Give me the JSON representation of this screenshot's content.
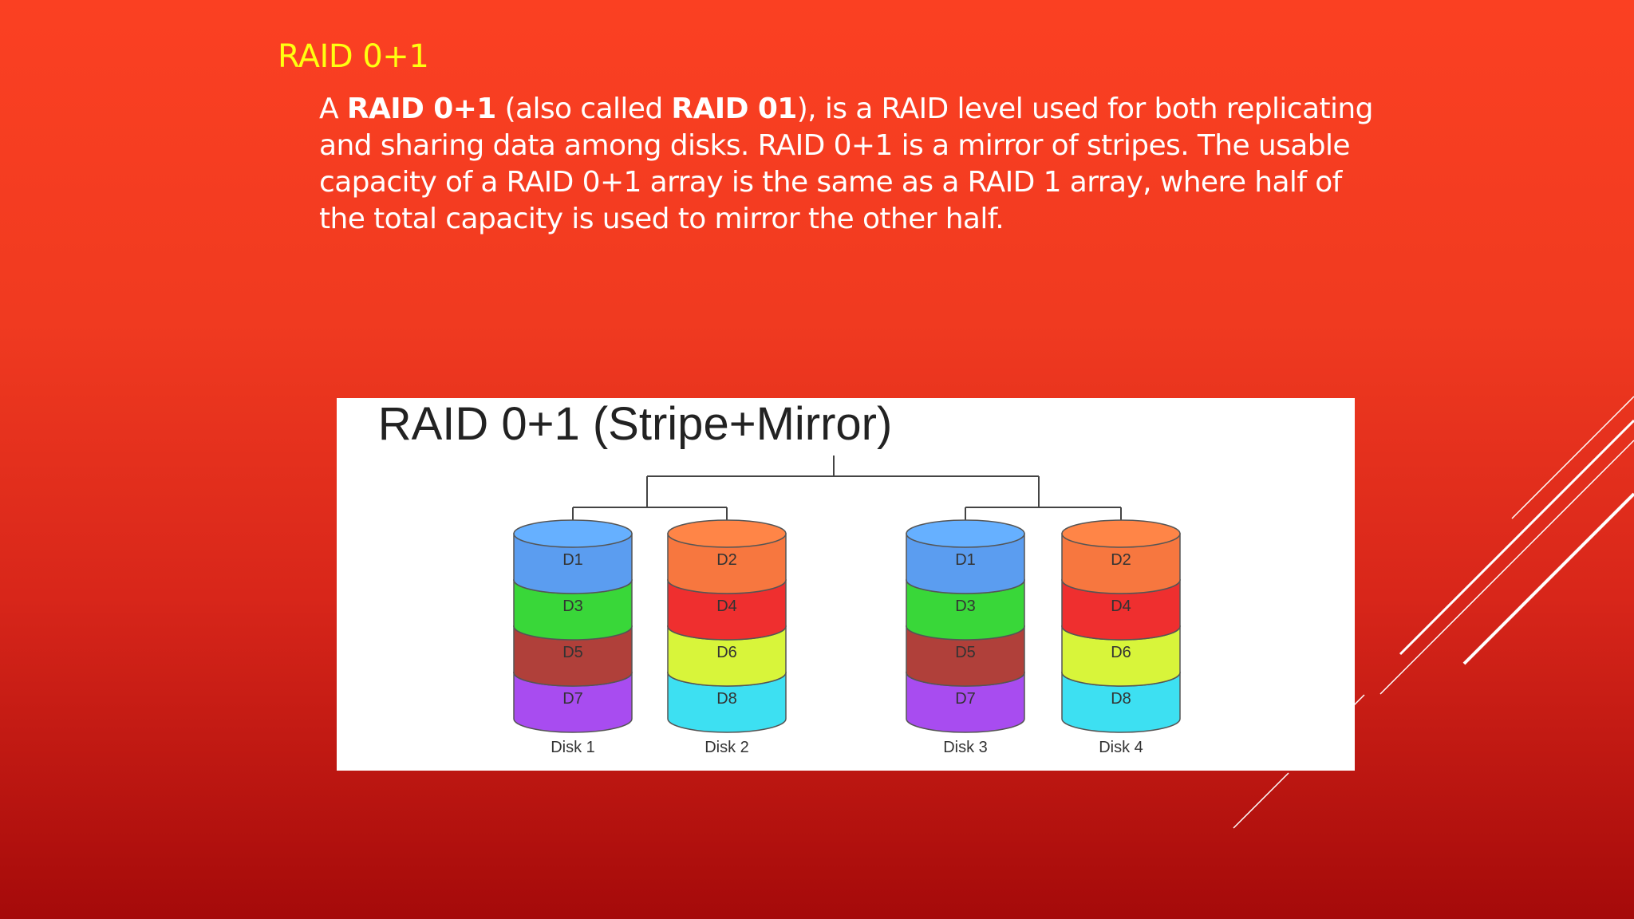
{
  "slide": {
    "title": "RAID 0+1",
    "body": {
      "p1": "A ",
      "b1": "RAID 0+1",
      "p2": " (also called ",
      "b2": "RAID 01",
      "p3": "), is a RAID level used for both replicating and sharing data among disks. RAID 0+1 is a mirror of stripes. The usable capacity of a RAID 0+1 array is the same as a RAID 1 array, where half of the total capacity is used to mirror the other half."
    }
  },
  "diagram": {
    "title": "RAID 0+1 (Stripe+Mirror)",
    "disks": [
      {
        "label": "Disk 1",
        "segments": [
          {
            "text": "D1",
            "color": "#5b9df0"
          },
          {
            "text": "D3",
            "color": "#39d739"
          },
          {
            "text": "D5",
            "color": "#b0403a"
          },
          {
            "text": "D7",
            "color": "#a84cf0"
          }
        ]
      },
      {
        "label": "Disk 2",
        "segments": [
          {
            "text": "D2",
            "color": "#f7773f"
          },
          {
            "text": "D4",
            "color": "#ef2f2f"
          },
          {
            "text": "D6",
            "color": "#d8f53a"
          },
          {
            "text": "D8",
            "color": "#3de0f2"
          }
        ]
      },
      {
        "label": "Disk 3",
        "segments": [
          {
            "text": "D1",
            "color": "#5b9df0"
          },
          {
            "text": "D3",
            "color": "#39d739"
          },
          {
            "text": "D5",
            "color": "#b0403a"
          },
          {
            "text": "D7",
            "color": "#a84cf0"
          }
        ]
      },
      {
        "label": "Disk 4",
        "segments": [
          {
            "text": "D2",
            "color": "#f7773f"
          },
          {
            "text": "D4",
            "color": "#ef2f2f"
          },
          {
            "text": "D6",
            "color": "#d8f53a"
          },
          {
            "text": "D8",
            "color": "#3de0f2"
          }
        ]
      }
    ]
  }
}
